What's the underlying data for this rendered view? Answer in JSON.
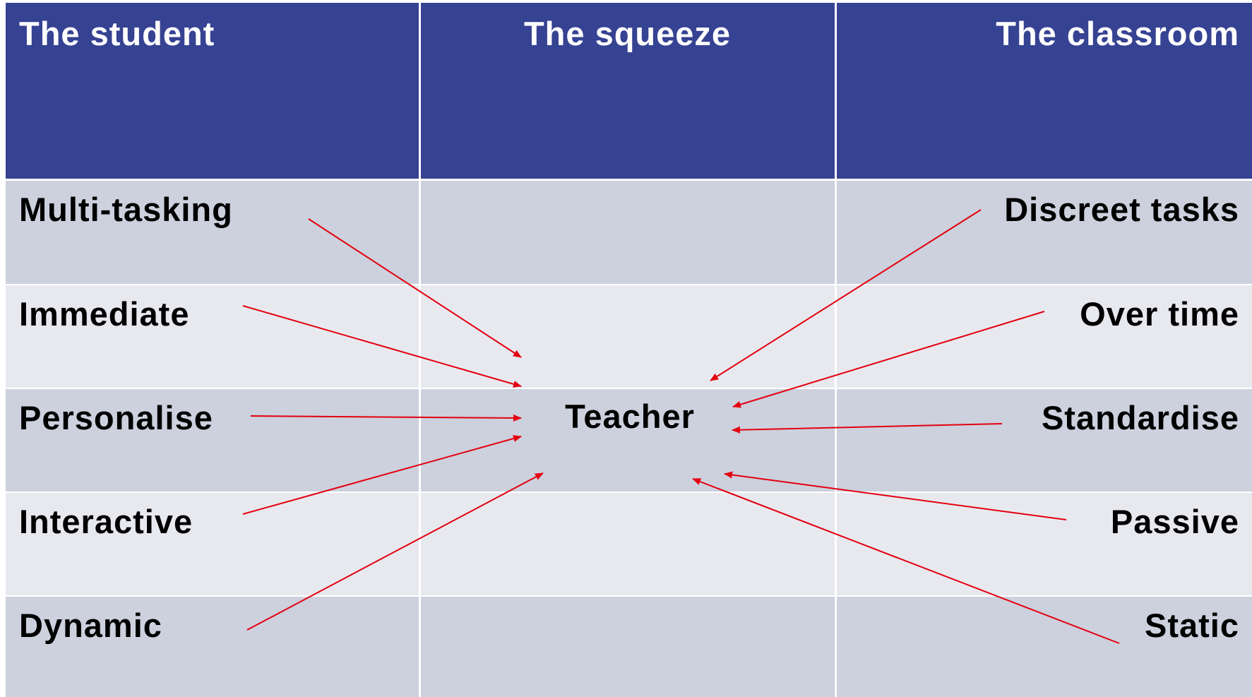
{
  "headers": [
    "The student",
    "The squeeze",
    "The classroom"
  ],
  "student_items": [
    "Multi-tasking",
    "Immediate",
    "Personalise",
    "Interactive",
    "Dynamic"
  ],
  "classroom_items": [
    "Discreet tasks",
    "Over time",
    "Standardise",
    "Passive",
    "Static"
  ],
  "center_label": "Teacher",
  "colors": {
    "header_bg": "#364292",
    "row_dark": "#CDD0DD",
    "row_light": "#E8E9EF",
    "arrow": "#E3000F",
    "divider": "#FFFFFF"
  }
}
